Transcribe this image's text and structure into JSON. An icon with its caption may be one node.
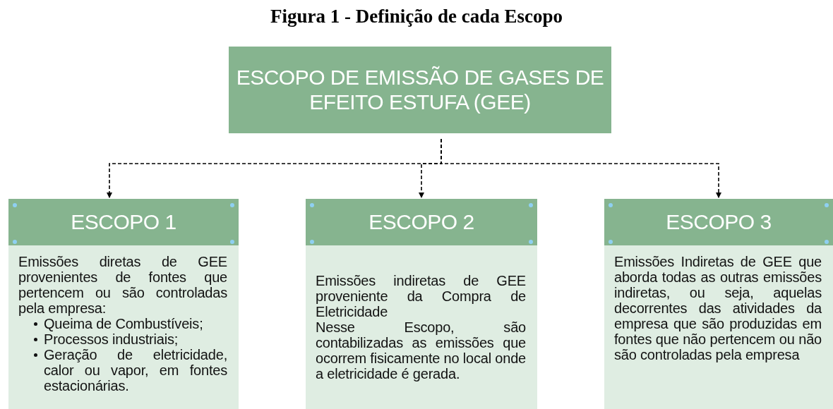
{
  "diagram": {
    "title": "Figura 1 - Definição de cada Escopo",
    "nodes": [
      {
        "text": [
          "ESCOPO DE EMISSÃO DE GASES DE EFEITO ESTUFA (GEE)"
        ]
      },
      {
        "text": [
          "ESCOPO 1"
        ]
      },
      {
        "text": [
          "Emissões diretas de GEE provenientes de fontes que pertencem ou são controladas pela empresa:",
          "Queima de Combustíveis;",
          "Processos industriais;",
          "Geração de eletricidade, calor ou vapor, em fontes estacionárias."
        ]
      },
      {
        "text": [
          "ESCOPO 2"
        ]
      },
      {
        "text": [
          "Emissões indiretas de GEE proveniente da Compra de Eletricidade",
          "Nesse Escopo, são contabilizadas as emissões que ocorrem fisicamente no local onde a eletricidade é gerada."
        ]
      },
      {
        "text": [
          "ESCOPO 3"
        ]
      },
      {
        "text": [
          "Emissões Indiretas de GEE que aborda todas as outras emissões indiretas, ou seja, aquelas decorrentes das atividades da empresa que são produzidas em fontes que não pertencem ou não são controladas pela empresa"
        ]
      }
    ],
    "edges": [
      {
        "from": 0,
        "to": 1,
        "arrow": "to",
        "style": "dashed"
      },
      {
        "from": 0,
        "to": 3,
        "arrow": "to",
        "style": "dashed"
      },
      {
        "from": 0,
        "to": 5,
        "arrow": "to",
        "style": "dashed"
      }
    ]
  }
}
